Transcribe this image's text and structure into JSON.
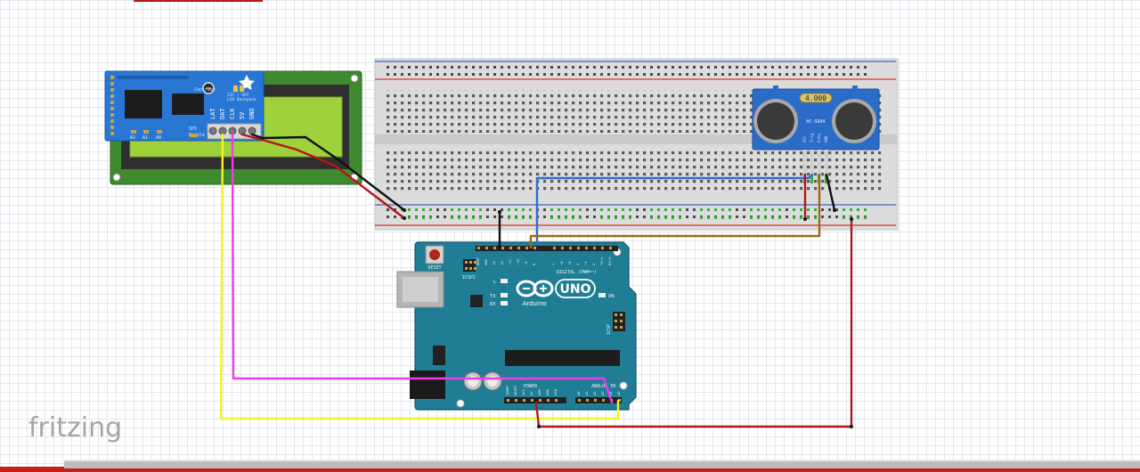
{
  "app": {
    "watermark": "fritzing"
  },
  "lcd_backpack": {
    "board_title": "I2C / SPI\nLCD Backpack",
    "contrast_label": "Contrast",
    "pin_labels": [
      "LAT",
      "DAT",
      "CLK",
      "5V",
      "GND"
    ],
    "address_labels": [
      "A2",
      "A1",
      "A0"
    ],
    "spi_label": "SPI\nEnable"
  },
  "sensor": {
    "display_value": "4.000",
    "model_label": "HC-SR04",
    "pin_labels": [
      "VCC",
      "Trig",
      "Echo",
      "GND"
    ]
  },
  "arduino": {
    "reset_label": "RESET",
    "icsp2_label": "ICSP2",
    "icsp_label": "ICSP",
    "l_label": "L",
    "tx_label": "TX",
    "rx_label": "RX",
    "logo_text": "UNO",
    "brand_text": "Arduino",
    "on_label": "ON",
    "digital_label": "DIGITAL (PWM=~)",
    "power_label": "POWER",
    "analog_label": "ANALOG IN",
    "digital_pins": [
      "AREF",
      "GND",
      "13",
      "12",
      "~11",
      "~10",
      "~9",
      "8",
      "7",
      "~6",
      "~5",
      "4",
      "~3",
      "2",
      "TX→1",
      "RX←0"
    ],
    "power_pins": [
      "IOREF",
      "RESET",
      "3V3",
      "5V",
      "GND",
      "GND",
      "VIN"
    ],
    "analog_pins": [
      "A0",
      "A1",
      "A2",
      "A3",
      "A4",
      "A5"
    ]
  },
  "wire_colors": {
    "red": "#b4161b",
    "black": "#111111",
    "blue": "#2f6cd2",
    "brown": "#9a6a17",
    "yellow": "#f4f424",
    "magenta": "#ee3cee"
  }
}
